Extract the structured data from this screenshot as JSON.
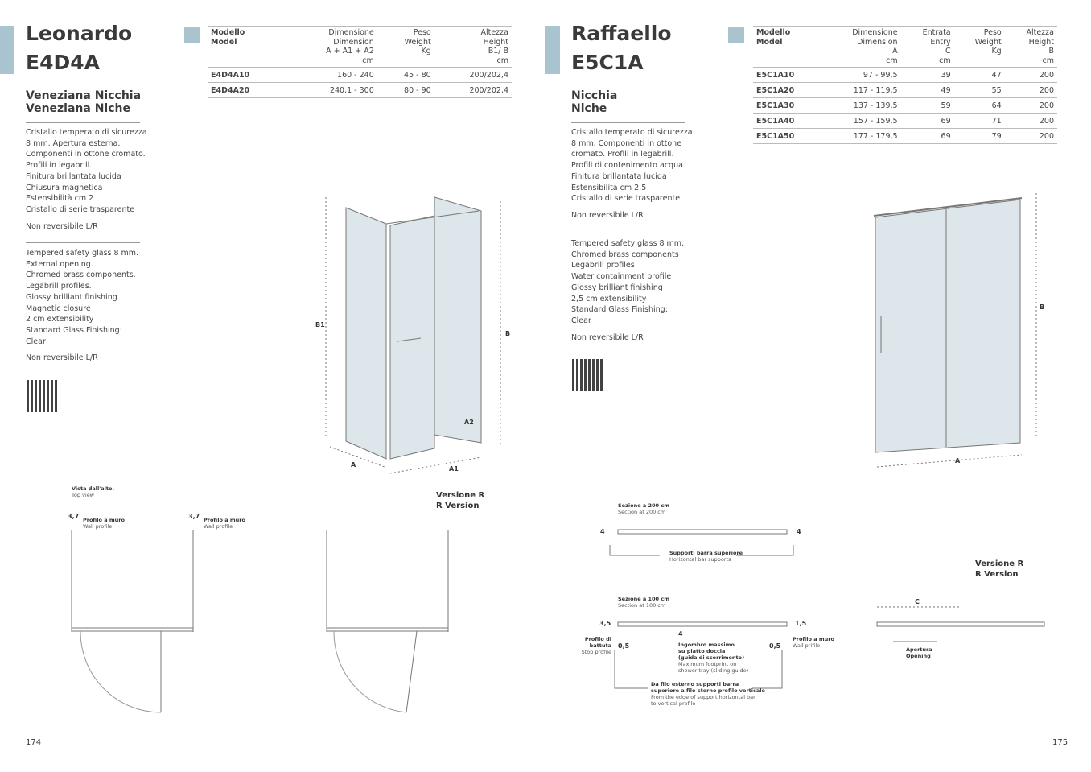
{
  "left": {
    "title1": "Leonardo",
    "title2": "E4D4A",
    "subtitle1": "Veneziana Nicchia",
    "subtitle2": "Veneziana Niche",
    "it_lines": [
      "Cristallo temperato di sicurezza",
      "8 mm. Apertura esterna.",
      "Componenti in ottone cromato.",
      "Profili in legabrill.",
      "Finitura brillantata lucida",
      "Chiusura magnetica",
      "Estensibilità cm 2",
      "Cristallo di serie trasparente"
    ],
    "it_note": "Non reversibile L/R",
    "en_lines": [
      "Tempered safety glass 8 mm.",
      "External opening.",
      "Chromed brass components.",
      "Legabrill profiles.",
      "Glossy brilliant finishing",
      "Magnetic closure",
      "2 cm extensibility",
      "Standard Glass Finishing:",
      "Clear"
    ],
    "en_note": "Non reversibile L/R",
    "table": {
      "headers": [
        [
          "Modello",
          "Model"
        ],
        [
          "Dimensione",
          "Dimension",
          "A + A1 + A2",
          "cm"
        ],
        [
          "Peso",
          "Weight",
          "Kg"
        ],
        [
          "Altezza",
          "Height",
          "B1/ B",
          "cm"
        ]
      ],
      "rows": [
        [
          "E4D4A10",
          "160 - 240",
          "45 - 80",
          "200/202,4"
        ],
        [
          "E4D4A20",
          "240,1 - 300",
          "80 - 90",
          "200/202,4"
        ]
      ]
    },
    "drawing_labels": {
      "b1": "B1",
      "b": "B",
      "a": "A",
      "a1": "A1",
      "a2": "A2"
    },
    "topview": {
      "title": "Vista dall'alto.",
      "title_en": "Top view",
      "dim": "3,7",
      "profile": "Profilo a muro",
      "profile_en": "Wall profile"
    },
    "version": [
      "Versione R",
      "R Version"
    ],
    "page": "174"
  },
  "right": {
    "title1": "Raffaello",
    "title2": "E5C1A",
    "subtitle1": "Nicchia",
    "subtitle2": "Niche",
    "it_lines": [
      "Cristallo temperato di sicurezza",
      "8 mm. Componenti in ottone",
      "cromato.  Profili in legabrill.",
      "Profili di contenimento acqua",
      "Finitura brillantata lucida",
      "Estensibilità cm 2,5",
      "Cristallo di serie trasparente"
    ],
    "it_note": "Non reversibile L/R",
    "en_lines": [
      "Tempered safety glass 8 mm.",
      "Chromed brass components",
      "Legabrill profiles",
      "Water containment profile",
      "Glossy brilliant finishing",
      "2,5 cm extensibility",
      "Standard Glass Finishing:",
      "Clear"
    ],
    "en_note": "Non reversibile L/R",
    "table": {
      "headers": [
        [
          "Modello",
          "Model"
        ],
        [
          "Dimensione",
          "Dimension",
          "A",
          "cm"
        ],
        [
          "Entrata",
          "Entry",
          "C",
          "cm"
        ],
        [
          "Peso",
          "Weight",
          "Kg"
        ],
        [
          "Altezza",
          "Height",
          "B",
          "cm"
        ]
      ],
      "rows": [
        [
          "E5C1A10",
          "97 - 99,5",
          "39",
          "47",
          "200"
        ],
        [
          "E5C1A20",
          "117 - 119,5",
          "49",
          "55",
          "200"
        ],
        [
          "E5C1A30",
          "137 - 139,5",
          "59",
          "64",
          "200"
        ],
        [
          "E5C1A40",
          "157 - 159,5",
          "69",
          "71",
          "200"
        ],
        [
          "E5C1A50",
          "177 - 179,5",
          "69",
          "79",
          "200"
        ]
      ]
    },
    "drawing_labels": {
      "b": "B",
      "a": "A",
      "c": "C"
    },
    "section200": {
      "title": "Sezione a 200 cm",
      "title_en": "Section at 200 cm",
      "dim": "4",
      "supports": "Supporti barra superiore",
      "supports_en": "Horizontal bar supports"
    },
    "section100": {
      "title": "Sezione a 100 cm",
      "title_en": "Section at 100 cm",
      "dim_left": "3,5",
      "dim_right": "1,5",
      "dim_mid": "4",
      "stop": "Profilo di battuta",
      "stop_en": "Stop profile",
      "half": "0,5",
      "wall": "Profilo a muro",
      "wall_en": "Wall prifile",
      "footprint": [
        "Ingombro massimo",
        "su piatto doccia",
        "(guida di scorrimento)"
      ],
      "footprint_en": [
        "Maximum footprint on",
        "shower tray (sliding guide)"
      ],
      "edge": [
        "Da filo esterno supporti barra",
        "superiore a filo sterno profilo verticale"
      ],
      "edge_en": [
        "From the edge of support horizontal bar",
        "to vertical profile"
      ]
    },
    "version": [
      "Versione R",
      "R Version"
    ],
    "opening": [
      "Apertura",
      "Opening"
    ],
    "page": "175"
  }
}
